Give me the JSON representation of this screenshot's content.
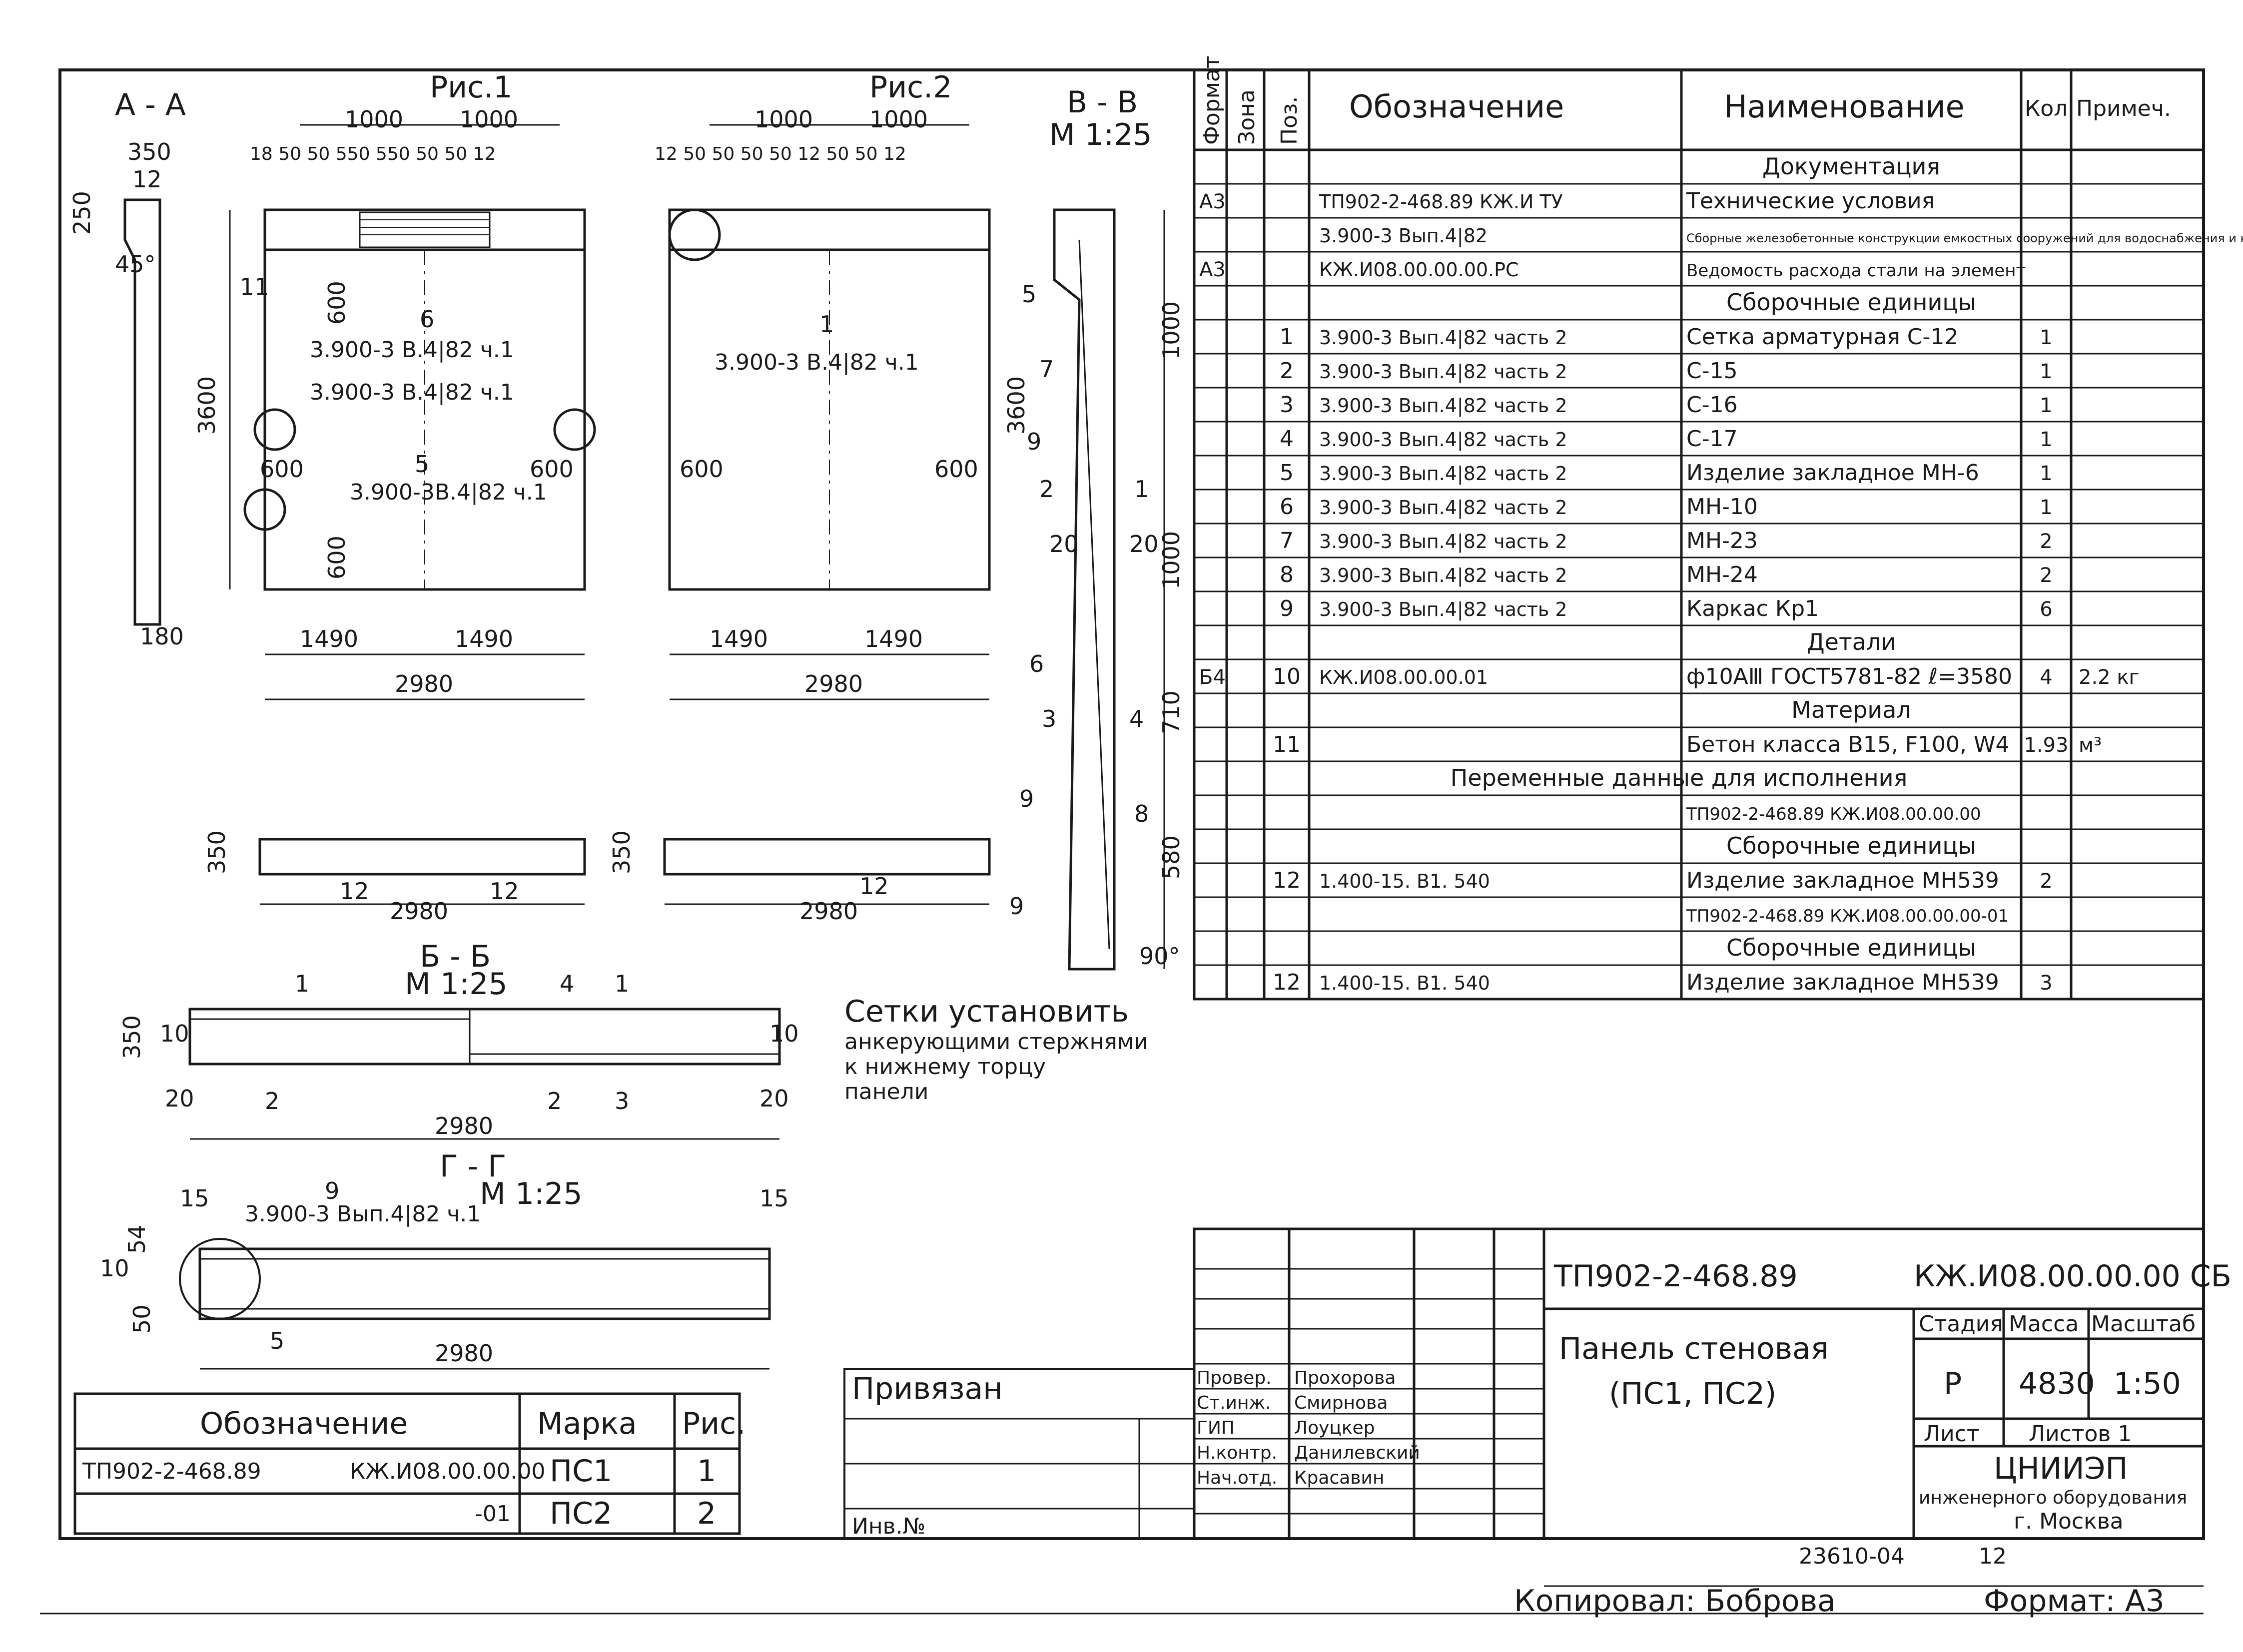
{
  "drawing": {
    "fig1_title": "Рис.1",
    "fig2_title": "Рис.2",
    "sec_aa": "А - А",
    "sec_vv": "В - В",
    "sec_vv_scale": "М 1:25",
    "sec_bb": "Б - Б",
    "sec_bb_scale": "М 1:25",
    "sec_gg": "Г - Г",
    "sec_gg_scale": "М 1:25",
    "dims": {
      "d1000a": "1000",
      "d1000b": "1000",
      "d1000c": "1000",
      "d1000d": "1000",
      "d3600a": "3600",
      "d3600b": "3600",
      "d1490a": "1490",
      "d1490b": "1490",
      "d1490c": "1490",
      "d1490d": "1490",
      "d2980a": "2980",
      "d2980b": "2980",
      "d2980c": "2980",
      "d2980d": "2980",
      "d2980e": "2980",
      "d2980f": "2980",
      "d600a": "600",
      "d600b": "600",
      "d600c": "600",
      "d600d": "600",
      "d600e": "600",
      "d600f": "600",
      "d350a": "350",
      "d350b": "350",
      "d350c": "350",
      "d350d": "350",
      "d180": "180",
      "d250": "250",
      "d12": "12",
      "d45": "45°",
      "d20a": "20",
      "d20b": "20",
      "d20c": "20",
      "d20d": "20",
      "d710": "710",
      "d580": "580",
      "d90": "90°",
      "d15a": "15",
      "d15b": "15",
      "d54": "54",
      "d50": "50",
      "d10": "10",
      "top1": "18 50 50   550  550   50 50  12",
      "top2": "12 50 50          50 50 12  50 50  12"
    },
    "callouts": {
      "c6": "6",
      "c11": "11",
      "c5": "5",
      "c1": "1",
      "ref1": "3.900-3 В.4|82 ч.1",
      "ref2": "3.900-3 В.4|82 ч.1",
      "ref3": "3.900-3В.4|82 ч.1",
      "ref4": "3.900-3 В.4|82 ч.1",
      "ref_gg": "3.900-3 Вып.4|82 ч.1",
      "c12a": "12",
      "c12b": "12",
      "c12c": "12",
      "v5": "5",
      "v7": "7",
      "v9a": "9",
      "v2": "2",
      "v1": "1",
      "v6": "6",
      "v3": "3",
      "v4": "4",
      "v9b": "9",
      "v8": "8",
      "v9c": "9",
      "b1": "1",
      "b4": "4",
      "b1b": "1",
      "b10a": "10",
      "b10b": "10",
      "b2": "2",
      "b2b": "2",
      "b3": "3",
      "g9": "9",
      "g5": "5",
      "lblA": "А",
      "lblB": "В",
      "lblBsmall": "Б",
      "lblG": "Г"
    },
    "note": [
      "Сетки установить",
      "анкерующими стержнями",
      "к нижнему торцу",
      "панели"
    ]
  },
  "spec": {
    "headers": {
      "format": "Формат",
      "zone": "Зона",
      "pos": "Поз.",
      "designation": "Обозначение",
      "name": "Наименование",
      "qty": "Кол.",
      "note": "Примеч."
    },
    "rows": [
      {
        "fmt": "",
        "pos": "",
        "des": "",
        "name": "Документация",
        "qty": "",
        "note": "",
        "center": true
      },
      {
        "fmt": "А3",
        "pos": "",
        "des": "ТП902-2-468.89     КЖ.И ТУ",
        "name": "Технические условия",
        "qty": "",
        "note": ""
      },
      {
        "fmt": "",
        "pos": "",
        "des": "3.900-3 Вып.4|82",
        "name": "Сборные железобетонные конструкции емкостных сооружений для водоснабжения и канализации",
        "qty": "",
        "note": ""
      },
      {
        "fmt": "А3",
        "pos": "",
        "des": "КЖ.И08.00.00.00.РС",
        "name": "Ведомость расхода стали на элемент",
        "qty": "",
        "note": ""
      },
      {
        "fmt": "",
        "pos": "",
        "des": "",
        "name": "Сборочные единицы",
        "qty": "",
        "note": "",
        "center": true
      },
      {
        "fmt": "",
        "pos": "1",
        "des": "3.900-3 Вып.4|82  часть 2",
        "name": "Сетка арматурная С-12",
        "qty": "1",
        "note": ""
      },
      {
        "fmt": "",
        "pos": "2",
        "des": "3.900-3 Вып.4|82  часть 2",
        "name": "С-15",
        "qty": "1",
        "note": ""
      },
      {
        "fmt": "",
        "pos": "3",
        "des": "3.900-3 Вып.4|82  часть 2",
        "name": "С-16",
        "qty": "1",
        "note": ""
      },
      {
        "fmt": "",
        "pos": "4",
        "des": "3.900-3 Вып.4|82  часть 2",
        "name": "С-17",
        "qty": "1",
        "note": ""
      },
      {
        "fmt": "",
        "pos": "5",
        "des": "3.900-3 Вып.4|82  часть 2",
        "name": "Изделие закладное МН-6",
        "qty": "1",
        "note": ""
      },
      {
        "fmt": "",
        "pos": "6",
        "des": "3.900-3 Вып.4|82  часть 2",
        "name": "МН-10",
        "qty": "1",
        "note": ""
      },
      {
        "fmt": "",
        "pos": "7",
        "des": "3.900-3 Вып.4|82  часть 2",
        "name": "МН-23",
        "qty": "2",
        "note": ""
      },
      {
        "fmt": "",
        "pos": "8",
        "des": "3.900-3 Вып.4|82  часть 2",
        "name": "МН-24",
        "qty": "2",
        "note": ""
      },
      {
        "fmt": "",
        "pos": "9",
        "des": "3.900-3 Вып.4|82  часть 2",
        "name": "Каркас    Кр1",
        "qty": "6",
        "note": ""
      },
      {
        "fmt": "",
        "pos": "",
        "des": "",
        "name": "Детали",
        "qty": "",
        "note": "",
        "center": true
      },
      {
        "fmt": "Б4",
        "pos": "10",
        "des": "КЖ.И08.00.00.01",
        "name": "ф10АⅢ ГОСТ5781-82 ℓ=3580",
        "qty": "4",
        "note": "2.2 кг"
      },
      {
        "fmt": "",
        "pos": "",
        "des": "",
        "name": "Материал",
        "qty": "",
        "note": "",
        "center": true
      },
      {
        "fmt": "",
        "pos": "11",
        "des": "",
        "name": "Бетон класса В15, F100, W4",
        "qty": "1.93",
        "note": "м³"
      },
      {
        "fmt": "",
        "pos": "",
        "des": "Переменные данные для исполнения",
        "name": "",
        "qty": "",
        "note": "",
        "span": true
      },
      {
        "fmt": "",
        "pos": "",
        "des": "",
        "name": "ТП902-2-468.89   КЖ.И08.00.00.00",
        "qty": "",
        "note": ""
      },
      {
        "fmt": "",
        "pos": "",
        "des": "",
        "name": "Сборочные единицы",
        "qty": "",
        "note": "",
        "center": true
      },
      {
        "fmt": "",
        "pos": "12",
        "des": "1.400-15. В1. 540",
        "name": "Изделие закладное МН539",
        "qty": "2",
        "note": ""
      },
      {
        "fmt": "",
        "pos": "",
        "des": "",
        "name": "ТП902-2-468.89   КЖ.И08.00.00.00-01",
        "qty": "",
        "note": ""
      },
      {
        "fmt": "",
        "pos": "",
        "des": "",
        "name": "Сборочные единицы",
        "qty": "",
        "note": "",
        "center": true
      },
      {
        "fmt": "",
        "pos": "12",
        "des": "1.400-15. В1. 540",
        "name": "Изделие закладное МН539",
        "qty": "3",
        "note": ""
      }
    ]
  },
  "marks": {
    "headers": {
      "des": "Обозначение",
      "mark": "Марка",
      "fig": "Рис."
    },
    "rows": [
      {
        "des": "ТП902-2-468.89",
        "code": "КЖ.И08.00.00.00",
        "mark": "ПС1",
        "fig": "1"
      },
      {
        "des": "",
        "code": "-01",
        "mark": "ПС2",
        "fig": "2"
      }
    ]
  },
  "title_block": {
    "project": "ТП902-2-468.89",
    "code": "КЖ.И08.00.00.00 СБ",
    "name1": "Панель стеновая",
    "name2": "(ПС1, ПС2)",
    "stage_label": "Стадия",
    "mass_label": "Масса",
    "scale_label": "Масштаб",
    "stage": "Р",
    "mass": "4830",
    "scale": "1:50",
    "sheet_label": "Лист",
    "sheets_label": "Листов 1",
    "org1": "ЦНИИЭП",
    "org2": "инженерного оборудования",
    "org3": "г. Москва",
    "bound": "Привязан",
    "inv": "Инв.№",
    "roles": [
      {
        "role": "Провер.",
        "name": "Прохорова"
      },
      {
        "role": "Ст.инж.",
        "name": "Смирнова"
      },
      {
        "role": "ГИП",
        "name": "Лоуцкер"
      },
      {
        "role": "Н.контр.",
        "name": "Данилевский"
      },
      {
        "role": "Нач.отд.",
        "name": "Красавин"
      }
    ],
    "stamp_num": "23610-04",
    "page_num": "12",
    "copied": "Копировал: Боброва",
    "format": "Формат: А3"
  }
}
